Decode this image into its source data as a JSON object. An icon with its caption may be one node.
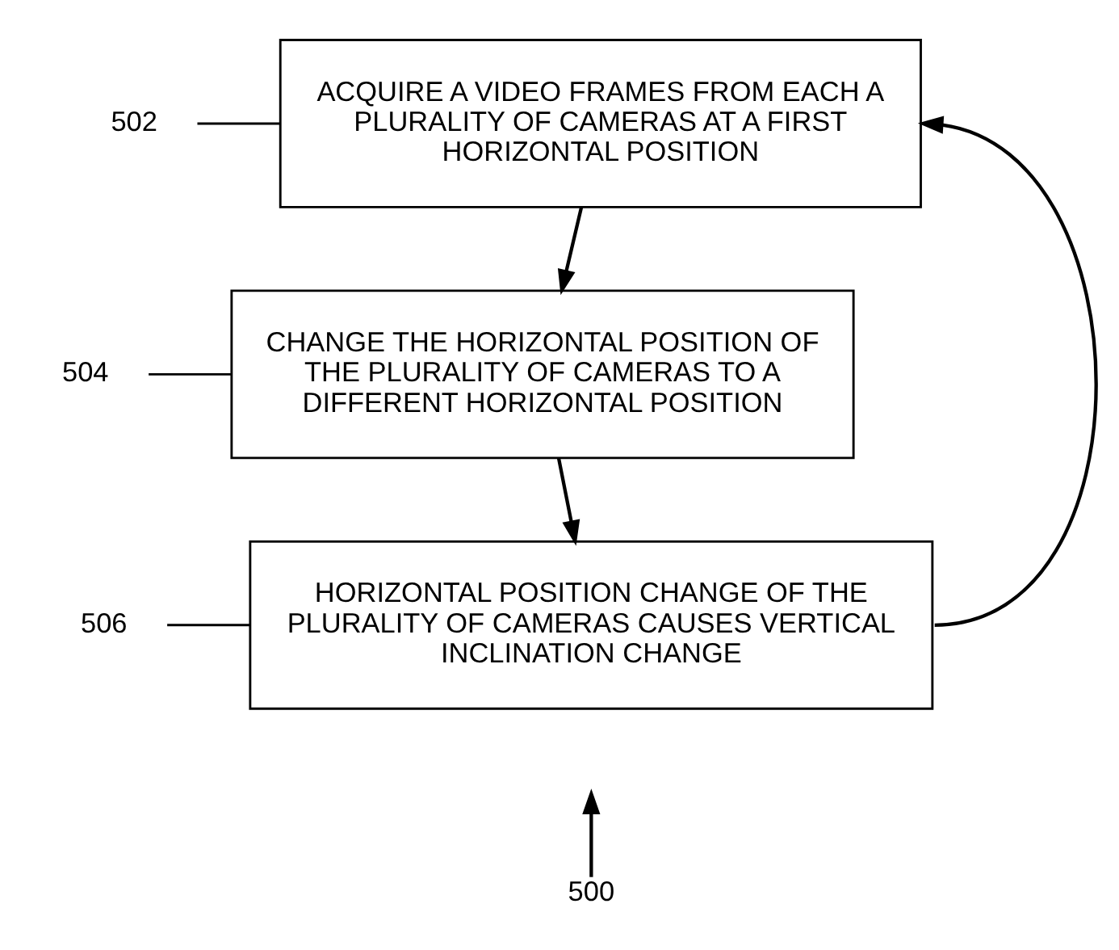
{
  "diagram": {
    "nodes": [
      {
        "text": [
          "ACQUIRE A VIDEO FRAMES FROM EACH A PLURALITY OF CAMERAS AT A FIRST HORIZONTAL POSITION"
        ]
      },
      {
        "text": [
          "CHANGE THE HORIZONTAL POSITION OF THE PLURALITY OF CAMERAS TO A DIFFERENT HORIZONTAL POSITION"
        ]
      },
      {
        "text": [
          "HORIZONTAL POSITION CHANGE OF THE PLURALITY OF CAMERAS CAUSES VERTICAL INCLINATION CHANGE"
        ]
      },
      {
        "text": [
          "502"
        ]
      },
      {
        "text": [
          "504"
        ]
      },
      {
        "text": [
          "506"
        ]
      },
      {
        "text": [
          "500"
        ]
      }
    ],
    "edges": [
      {
        "from": 0,
        "to": 1,
        "arrow": "to"
      },
      {
        "from": 1,
        "to": 2,
        "arrow": "to"
      },
      {
        "from": 2,
        "to": 0,
        "arrow": "to"
      },
      {
        "from": 3,
        "to": 0,
        "arrow": "none"
      },
      {
        "from": 4,
        "to": 1,
        "arrow": "none"
      },
      {
        "from": 5,
        "to": 2,
        "arrow": "none"
      },
      {
        "from": 6,
        "to": null,
        "arrow": "to"
      }
    ]
  }
}
